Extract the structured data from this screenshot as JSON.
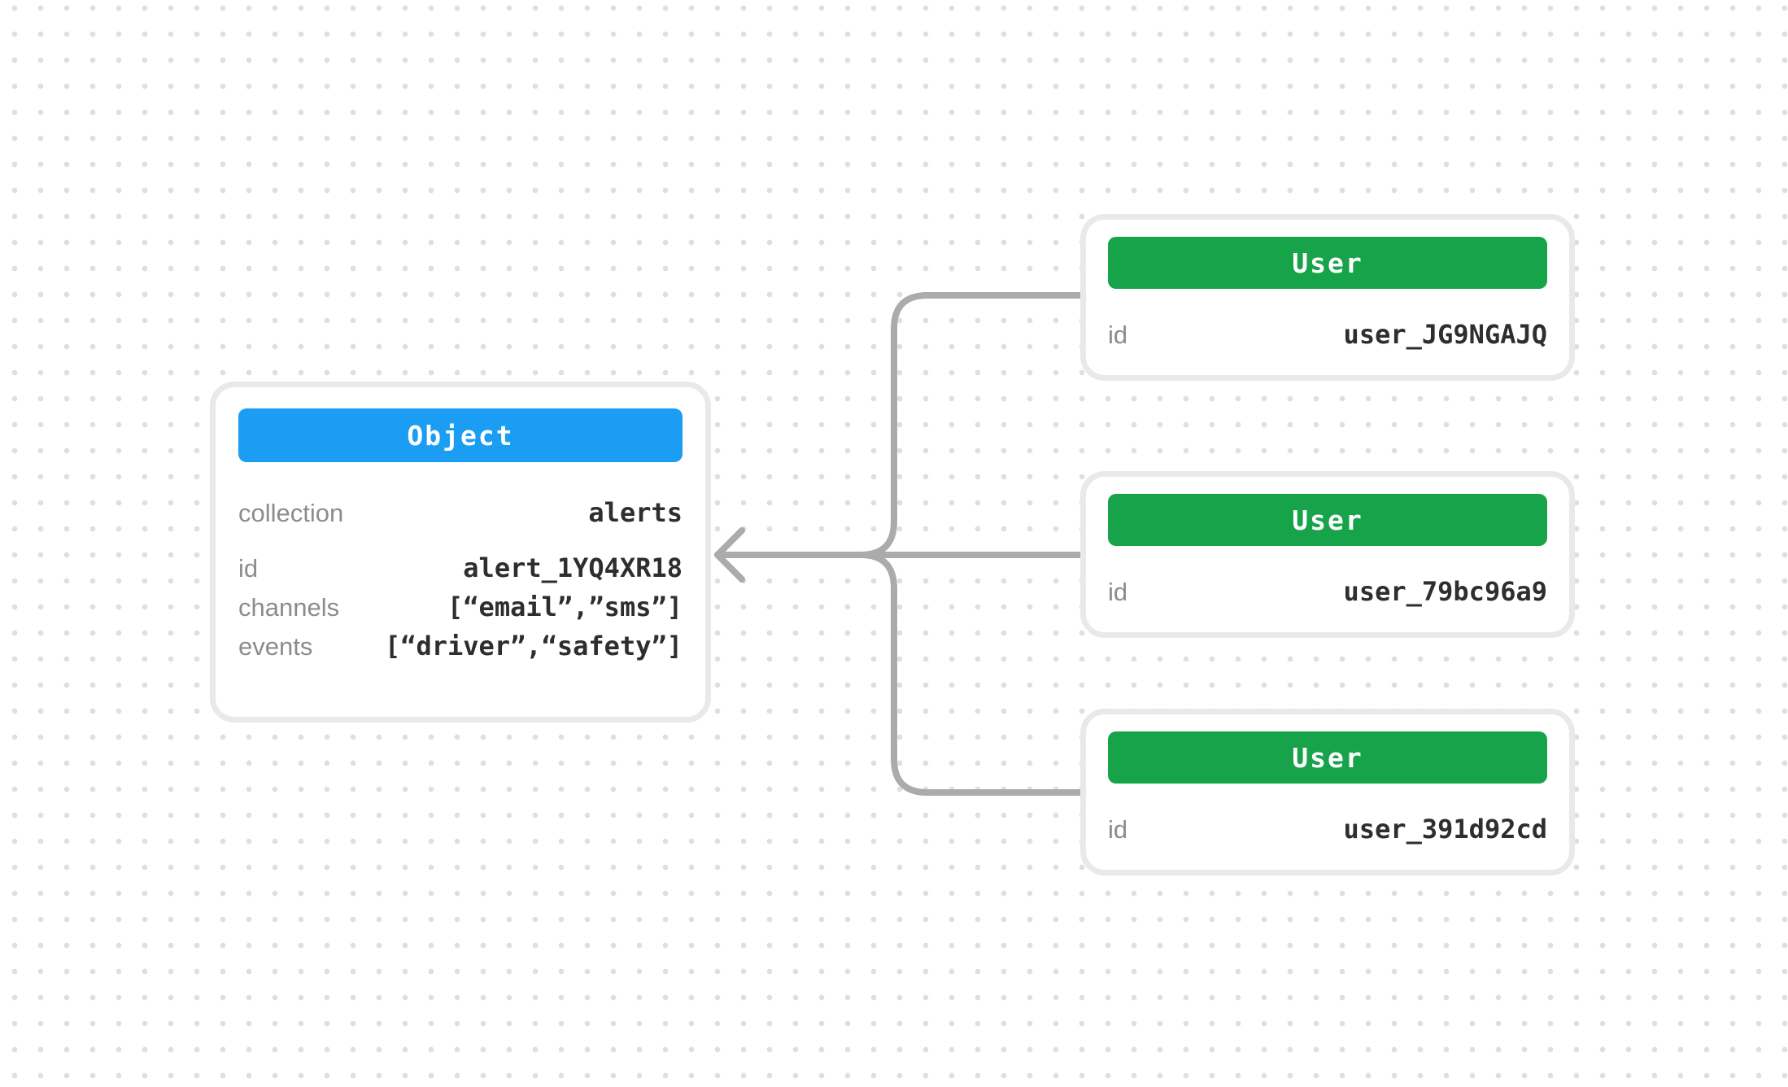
{
  "object_card": {
    "header": "Object",
    "fields": [
      {
        "label": "collection",
        "value": "alerts"
      },
      {
        "label": "id",
        "value": "alert_1YQ4XR18"
      },
      {
        "label": "channels",
        "value": "[“email”,”sms”]"
      },
      {
        "label": "events",
        "value": "[“driver”,“safety”]"
      }
    ]
  },
  "user_cards": [
    {
      "header": "User",
      "id_label": "id",
      "id_value": "user_JG9NGAJQ"
    },
    {
      "header": "User",
      "id_label": "id",
      "id_value": "user_79bc96a9"
    },
    {
      "header": "User",
      "id_label": "id",
      "id_value": "user_391d92cd"
    }
  ],
  "colors": {
    "background": "#FFFFFF",
    "background_dots": "#DFDFDF",
    "card_border": "#E9E9E9",
    "card_bg": "#FFFFFF",
    "object_header_bg": "#1B9DF3",
    "user_header_bg": "#17A34A",
    "header_text": "#FFFFFF",
    "label_text": "#8C8C8C",
    "value_text": "#2E2E2E",
    "connector": "#ABABAB"
  }
}
